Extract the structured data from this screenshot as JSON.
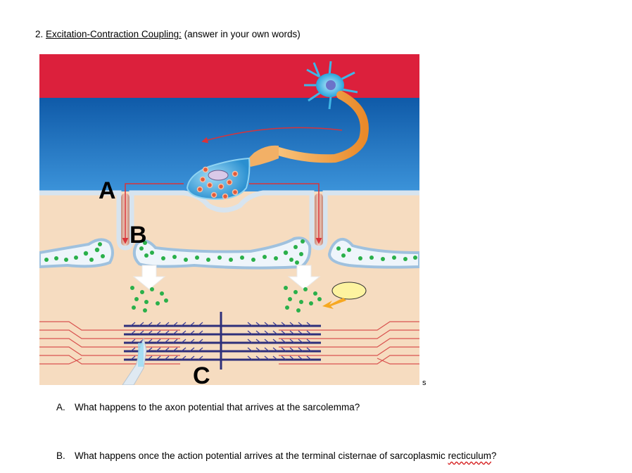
{
  "heading": {
    "number": "2.",
    "title": "Excitation-Contraction Coupling:",
    "note": "(answer in your own words)"
  },
  "figure": {
    "labels": {
      "a": "A",
      "b": "B",
      "c": "C"
    },
    "stray_text": "s",
    "colors": {
      "top_band": "#dc203c",
      "extracellular": "#1a6ab8",
      "sarcoplasm": "#f6dcc0",
      "membrane": "#c9d9ea",
      "calcium": "#2ab04a",
      "signal_arrow": "#d8333a",
      "neuron": "#3fb6e6",
      "axon": "#f0a040",
      "actin": "#d9534f",
      "myosin": "#2e2f7a"
    }
  },
  "questions": [
    {
      "letter": "A.",
      "text": "What happens to the axon potential that arrives at the sarcolemma?"
    },
    {
      "letter": "B.",
      "text_before": "What happens once the action potential arrives at the terminal cisternae of sarcoplasmic ",
      "text_marked": "recticulum",
      "text_after": "?"
    }
  ]
}
